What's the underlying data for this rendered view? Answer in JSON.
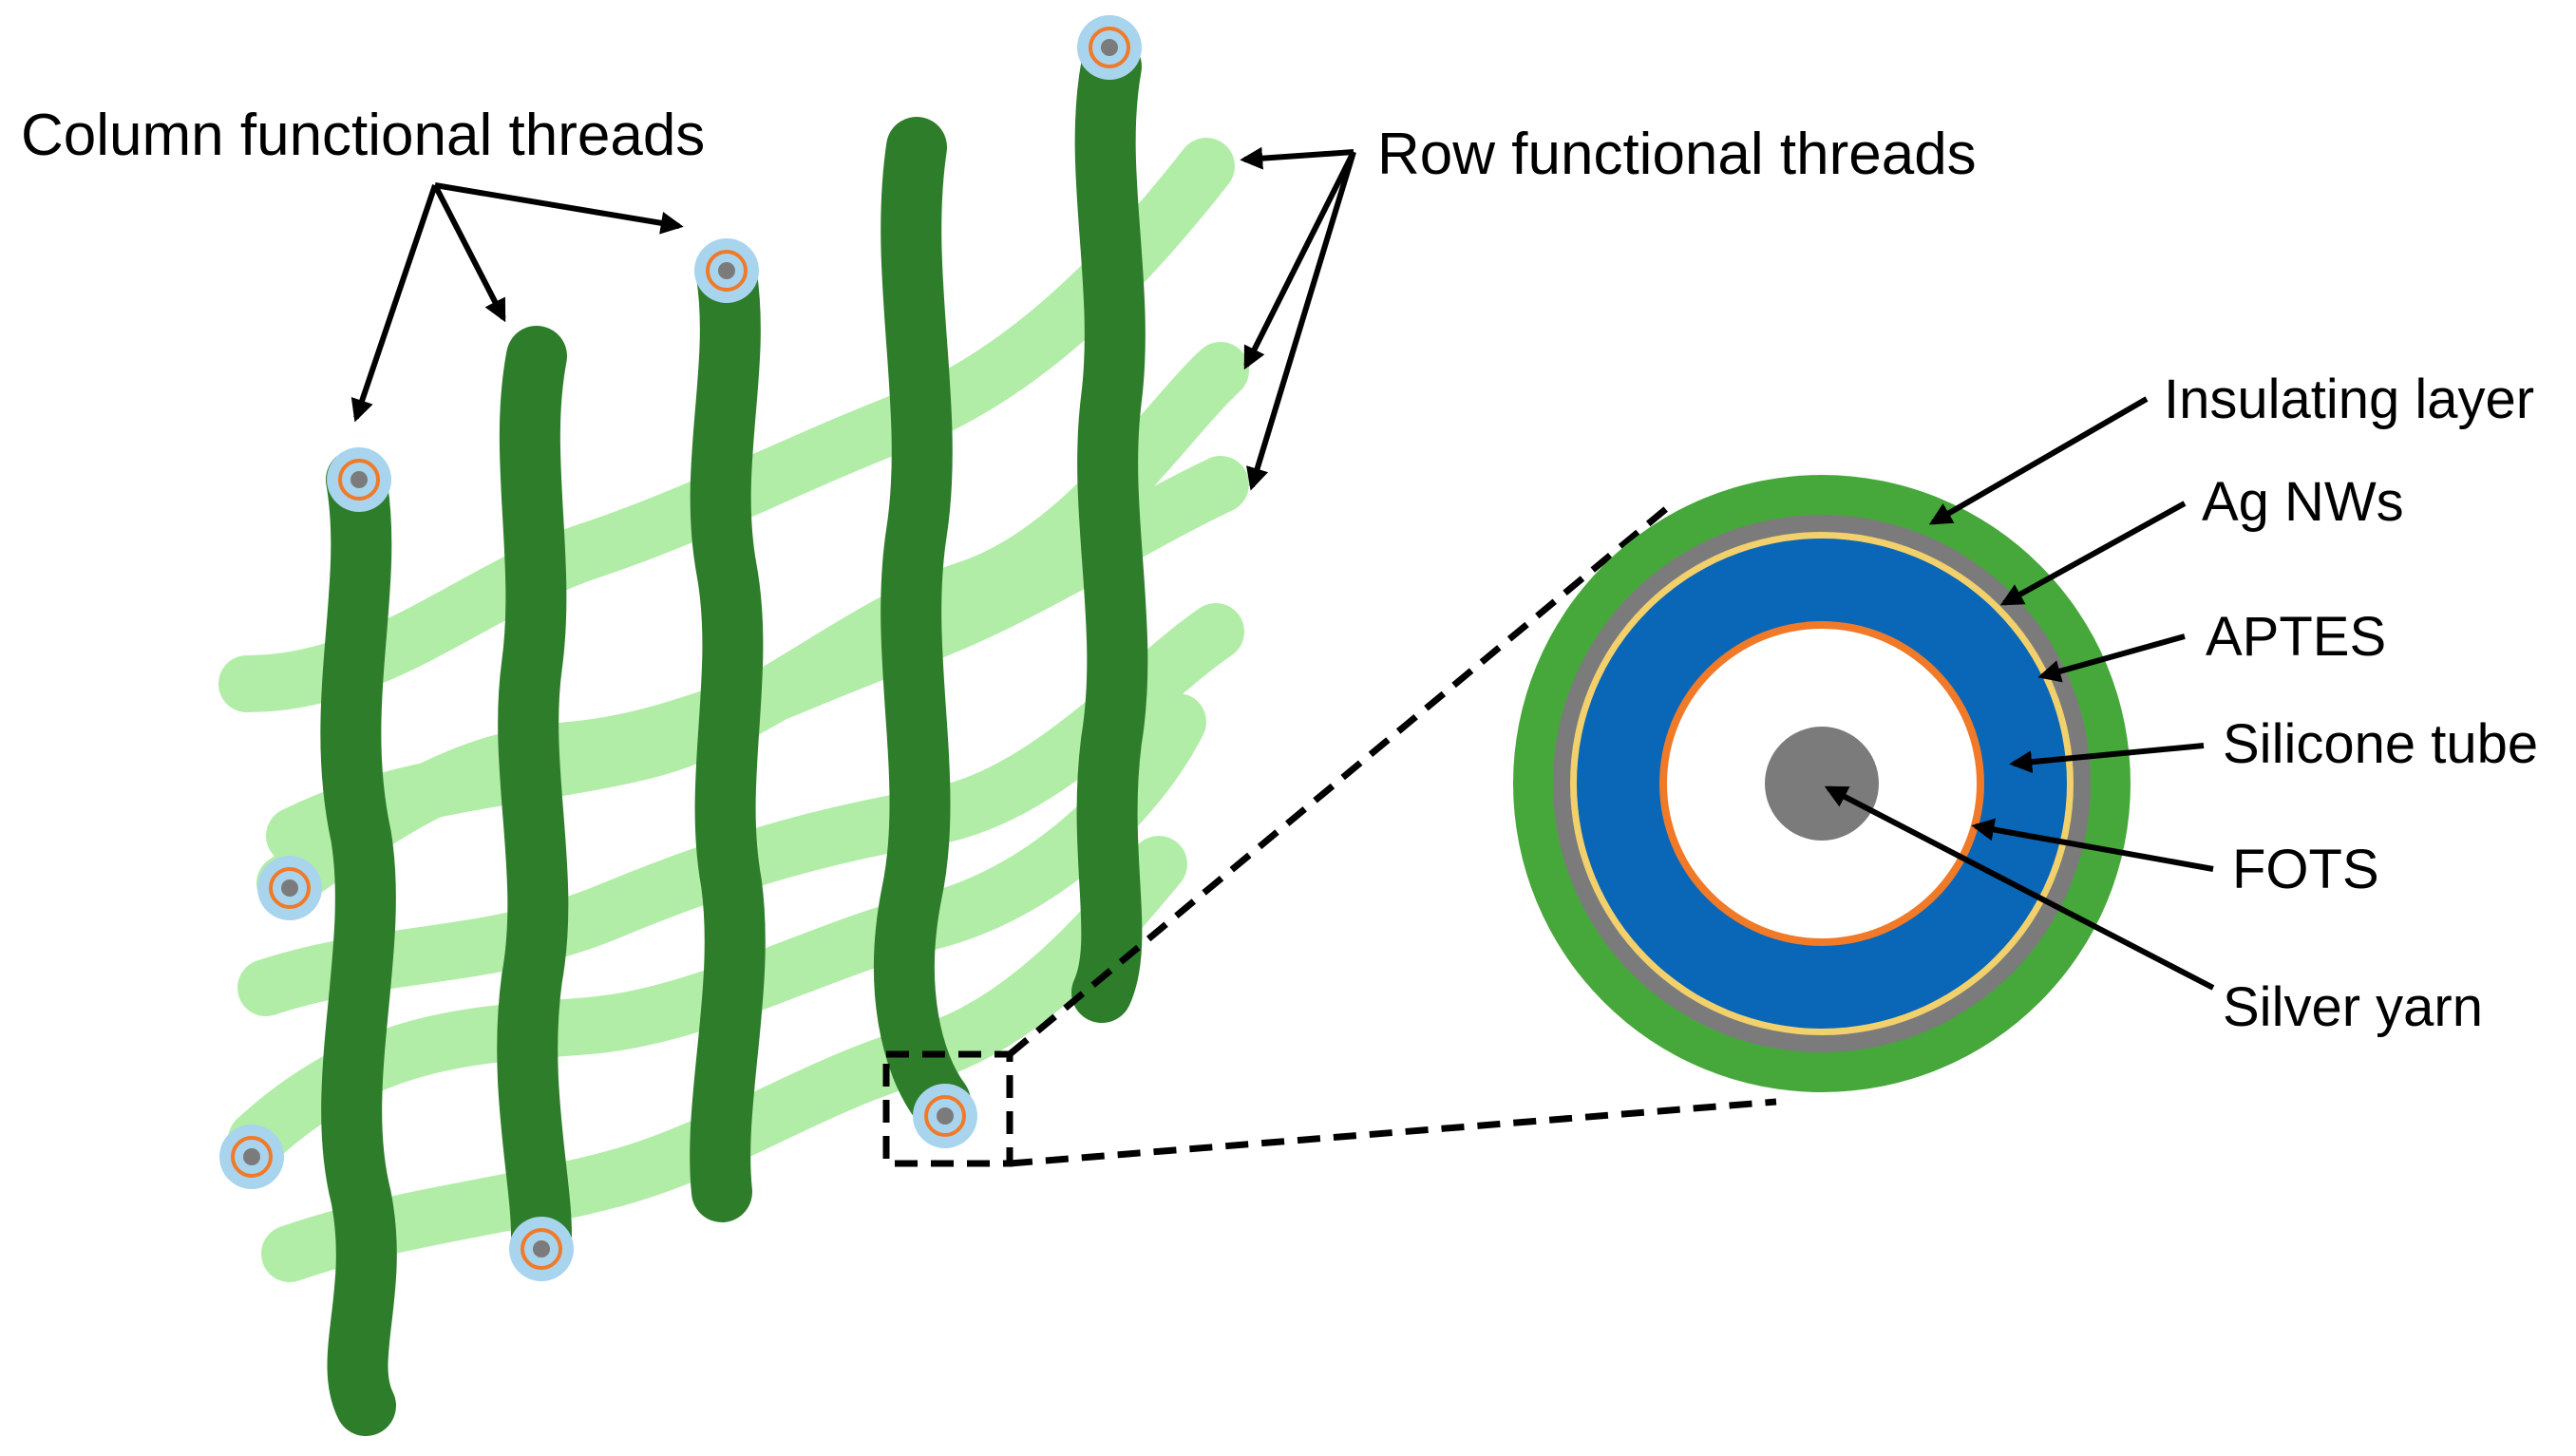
{
  "labels": {
    "column_threads": "Column functional threads",
    "row_threads": "Row functional threads",
    "insulating_layer": "Insulating layer",
    "ag_nws": "Ag NWs",
    "aptes": "APTES",
    "silicone_tube": "Silicone tube",
    "fots": "FOTS",
    "silver_yarn": "Silver yarn"
  },
  "colors": {
    "column_thread": "#2e7d2a",
    "row_thread": "#b2eda8",
    "insulating_layer": "#46a83a",
    "ag_nws": "#7b7b7b",
    "aptes": "#f2d06b",
    "silicone_tube": "#0a66b7",
    "fots": "#f07a28",
    "silver_yarn": "#7b7b7b",
    "thread_end_outer": "#a8d4ee"
  }
}
